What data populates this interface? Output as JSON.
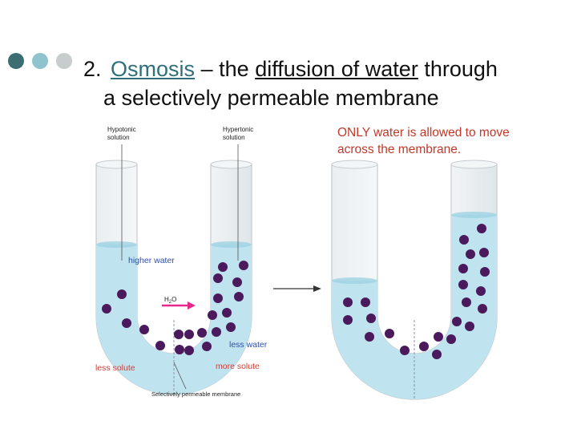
{
  "bullet_dot_colors": [
    "#3c6e71",
    "#8fc3cd",
    "#c9cccd"
  ],
  "title": {
    "number": "2.",
    "keyword": "Osmosis",
    "dash": "–",
    "the": "the",
    "phrase": "diffusion of water",
    "rest1": "through",
    "line2": "a selectively permeable membrane"
  },
  "note_text": "ONLY water is allowed to move across the membrane.",
  "diagram": {
    "label_hypotonic": [
      "Hypotonic",
      "solution"
    ],
    "label_hypertonic": [
      "Hypertonic",
      "solution"
    ],
    "label_higher_water": "higher water",
    "label_less_water": "less water",
    "label_less_solute": "less solute",
    "label_more_solute": "more solute",
    "label_membrane": "Selectively permeable membrane",
    "label_h2o": "H",
    "label_h2o_sub": "2",
    "label_h2o_end": "O",
    "colors": {
      "water": "#bfe3ef",
      "water_edge": "#9fd2e3",
      "solute": "#4a1a5c",
      "arrow_pink": "#e8278a",
      "label_blue": "#2f4fa8",
      "label_red": "#d0403a"
    }
  }
}
